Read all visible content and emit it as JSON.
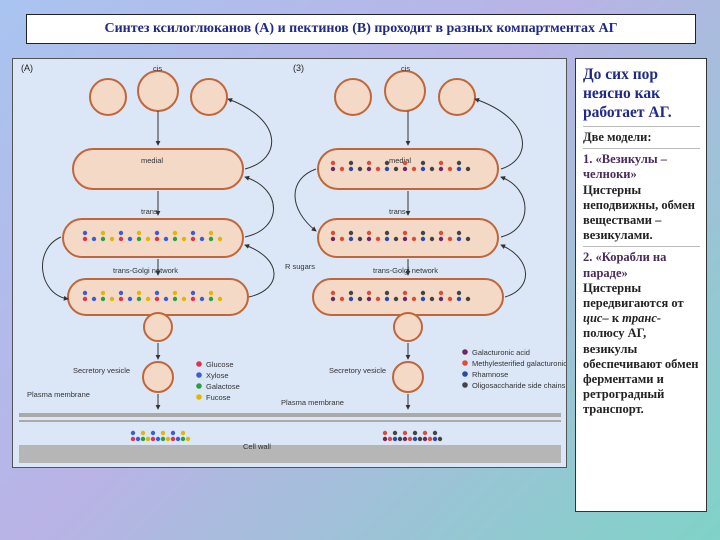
{
  "title": "Синтез ксилоглюканов (А) и пектинов (В) проходит в разных компартментах АГ",
  "figure": {
    "panel_a_label": "(A)",
    "panel_b_label": "(3)",
    "labels": {
      "cis": "cis",
      "medial": "medial",
      "trans": "trans",
      "tgn": "trans-Golgi network",
      "secretory_vesicle": "Secretory vesicle",
      "plasma_membrane": "Plasma membrane",
      "cell_wall": "Cell wall",
      "r_sugars": "R sugars"
    },
    "legend_a": [
      {
        "name": "Glucose",
        "color": "#e0344a"
      },
      {
        "name": "Xylose",
        "color": "#3a5ed8"
      },
      {
        "name": "Galactose",
        "color": "#2e9e45"
      },
      {
        "name": "Fucose",
        "color": "#e0b800"
      }
    ],
    "legend_b": [
      {
        "name": "Galacturonic acid",
        "color": "#6b2a66"
      },
      {
        "name": "Methylesterified galacturonic acid",
        "color": "#e04a3a"
      },
      {
        "name": "Rhamnose",
        "color": "#2b4aa8"
      },
      {
        "name": "Oligosaccharide side chains",
        "color": "#444444"
      }
    ],
    "colors": {
      "cisterna_fill": "#f4d9c6",
      "cisterna_stroke": "#c0663a",
      "wall": "#b6b6b6"
    }
  },
  "side": {
    "heading": "До сих пор неясно как работает АГ.",
    "models_intro": "Две модели:",
    "model1_title": "1. «Везикулы – челноки»",
    "model1_text": "Цистерны неподвижны, обмен веществами – везикулами.",
    "model2_title": "2. «Корабли на параде»",
    "model2_text_1": "Цистерны передвигаются от",
    "model2_cis": "цис–",
    "model2_text_2": "к",
    "model2_trans": "транс-",
    "model2_text_3": "полюсу АГ, везикулы обеспечивают обмен ферментами и ретроградный транспорт."
  }
}
